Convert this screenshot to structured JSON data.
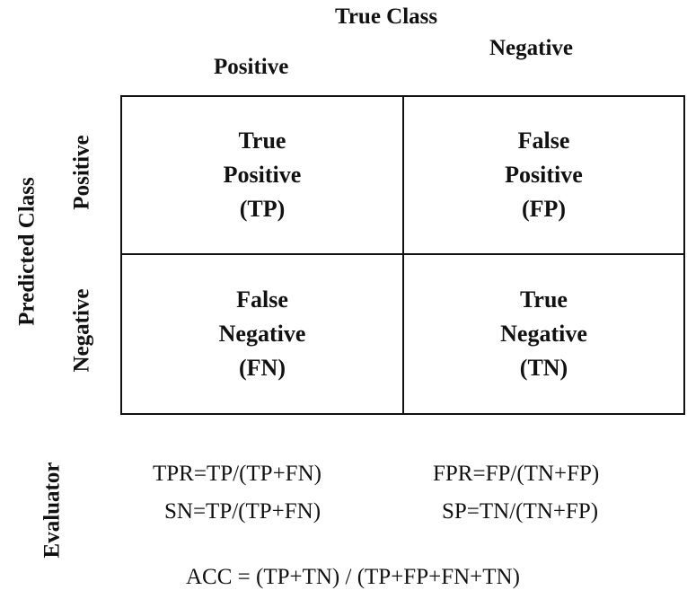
{
  "header": {
    "true_class": "True Class",
    "col_positive": "Positive",
    "col_negative": "Negative",
    "predicted_class": "Predicted Class",
    "row_positive": "Positive",
    "row_negative": "Negative"
  },
  "cells": {
    "tp": [
      "True",
      "Positive",
      "(TP)"
    ],
    "fp": [
      "False",
      "Positive",
      "(FP)"
    ],
    "fn": [
      "False",
      "Negative",
      "(FN)"
    ],
    "tn": [
      "True",
      "Negative",
      "(TN)"
    ]
  },
  "evaluator": {
    "label": "Evaluator",
    "tpr": "TPR=TP/(TP+FN)",
    "fpr": "FPR=FP/(TN+FP)",
    "sn": "SN=TP/(TP+FN)",
    "sp": "SP=TN/(TN+FP)",
    "acc": "ACC = (TP+TN) / (TP+FP+FN+TN)"
  }
}
